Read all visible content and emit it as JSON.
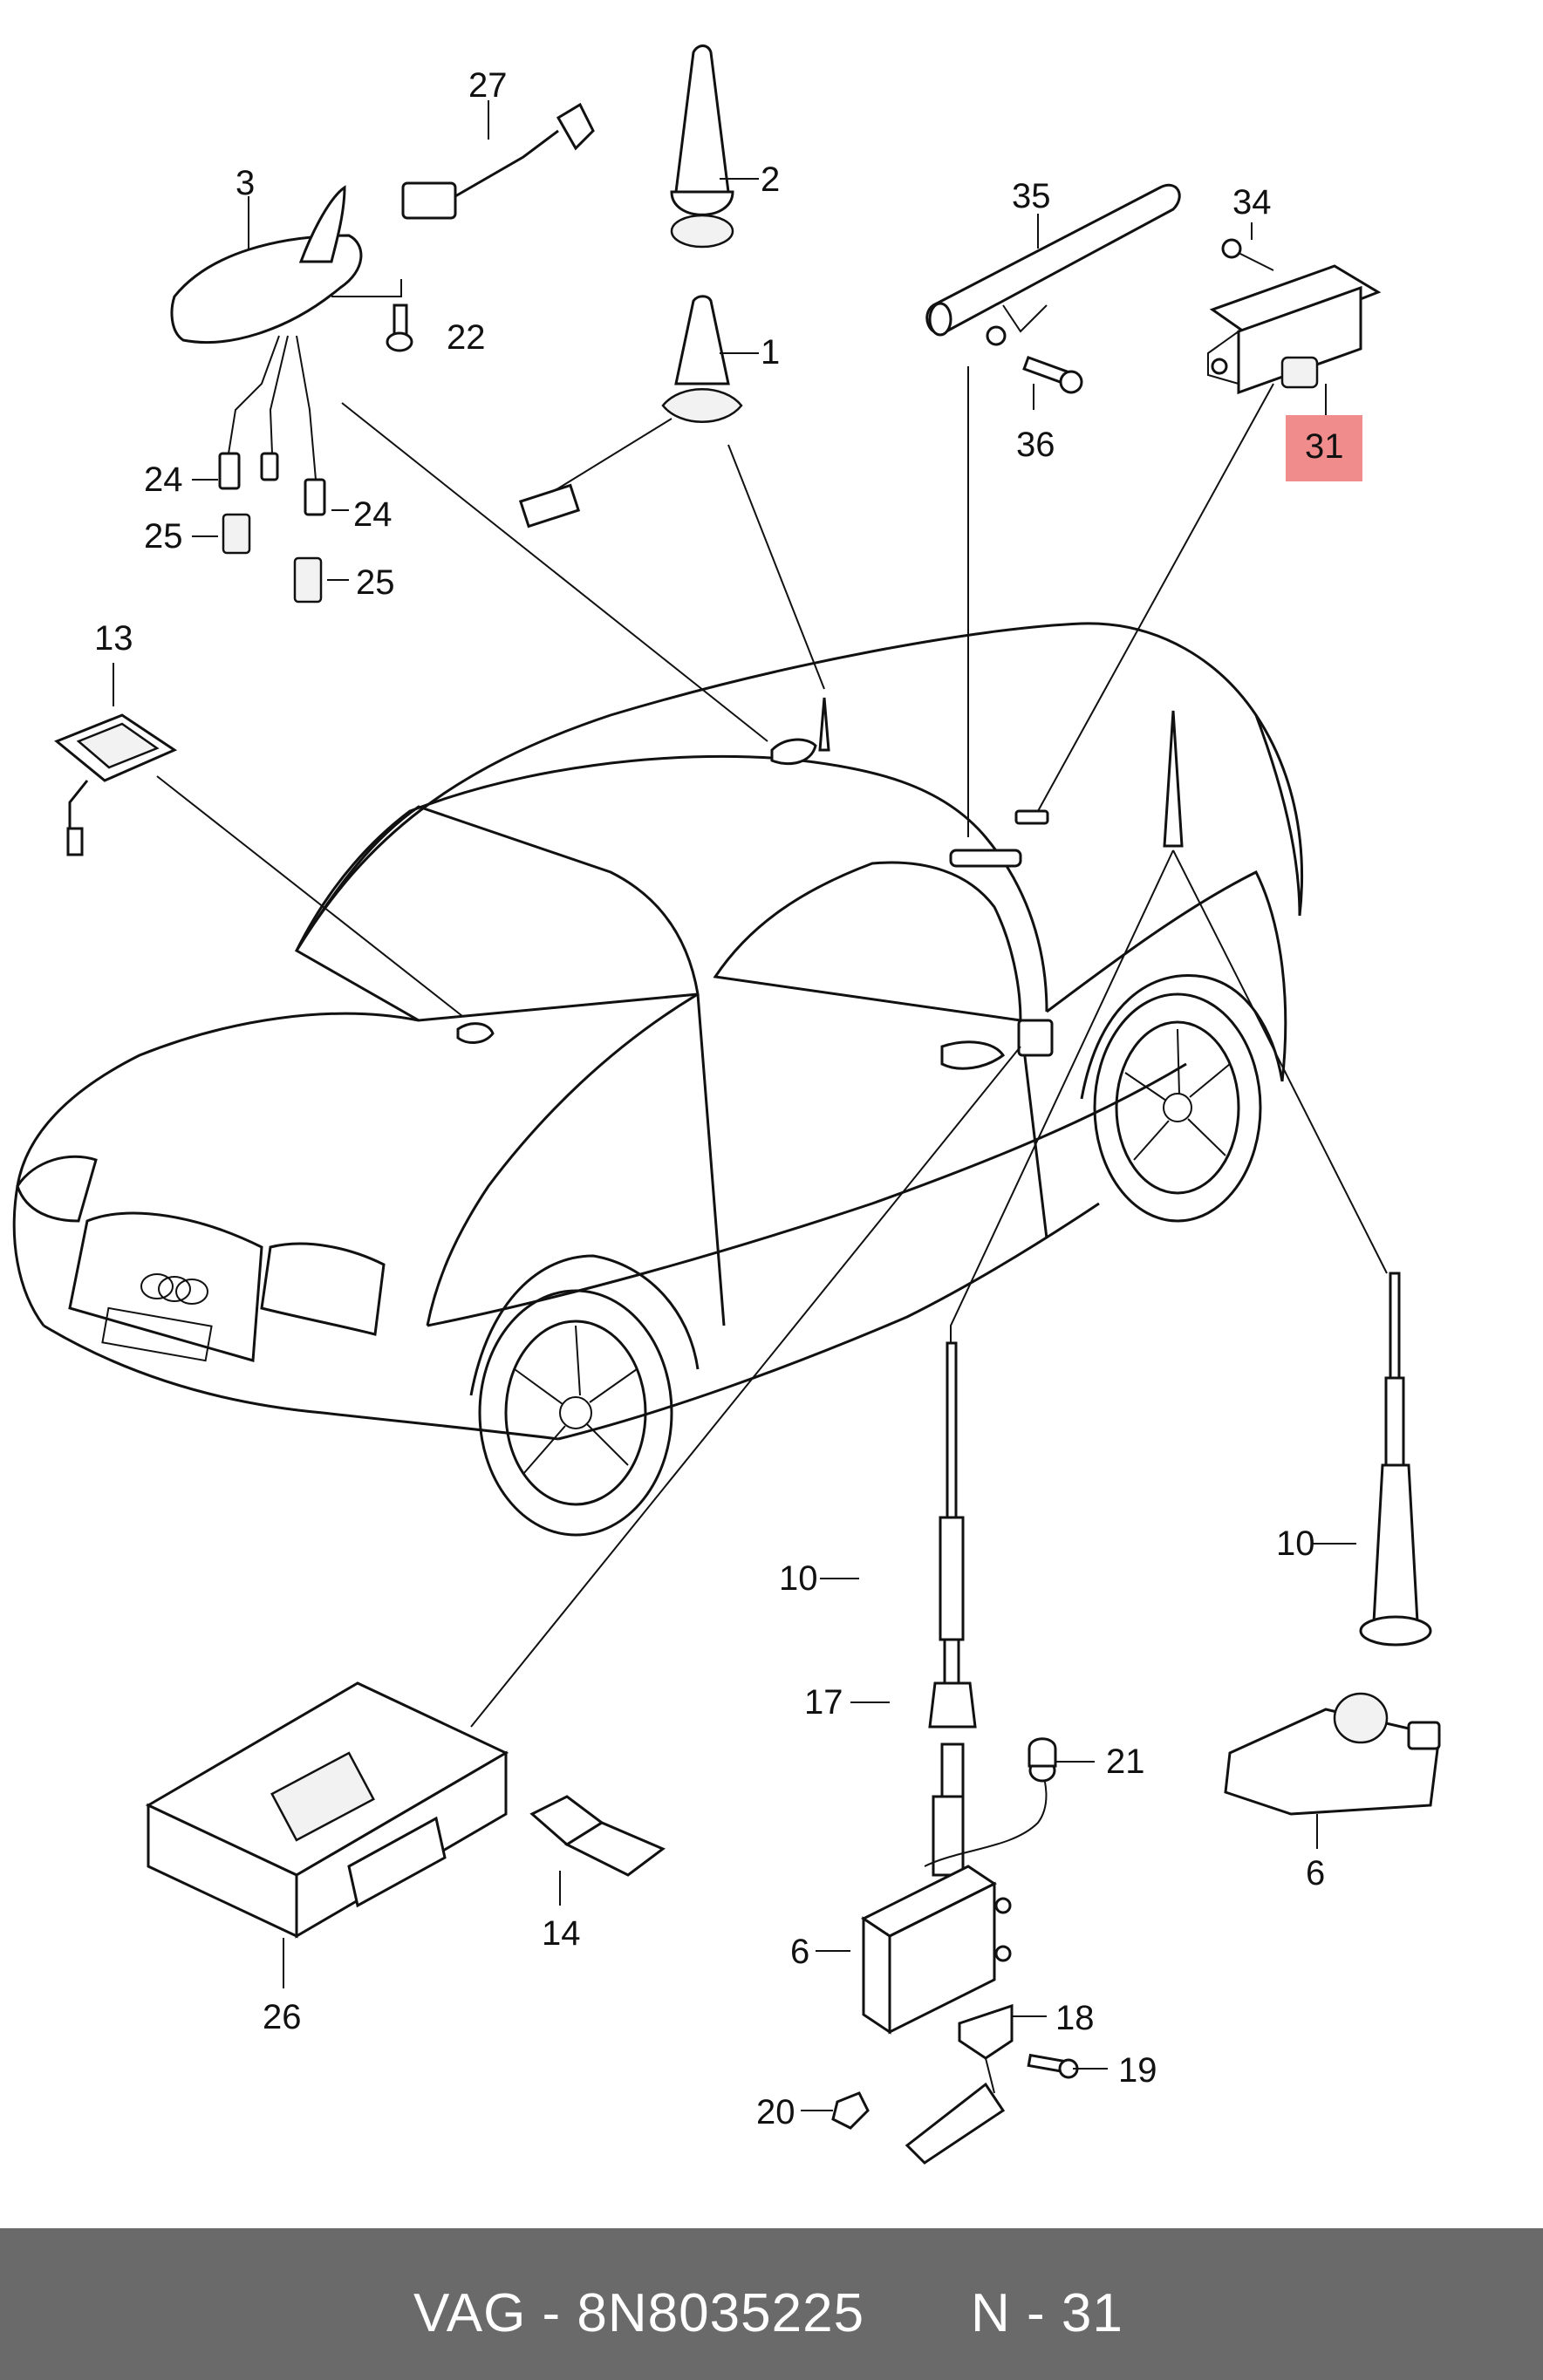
{
  "callouts": {
    "c1": "1",
    "c2": "2",
    "c3": "3",
    "c6a": "6",
    "c6b": "6",
    "c10a": "10",
    "c10b": "10",
    "c13": "13",
    "c14": "14",
    "c17": "17",
    "c18": "18",
    "c19": "19",
    "c20": "20",
    "c21": "21",
    "c22": "22",
    "c24a": "24",
    "c24b": "24",
    "c25a": "25",
    "c25b": "25",
    "c26": "26",
    "c27": "27",
    "c31": "31",
    "c34": "34",
    "c35": "35",
    "c36": "36"
  },
  "highlight": {
    "part": "31",
    "color": "#f08c8c"
  },
  "footer": {
    "left_text": "VAG - 8N8035225",
    "right_text": "N - 31",
    "bg_color": "#6a6a6a"
  }
}
